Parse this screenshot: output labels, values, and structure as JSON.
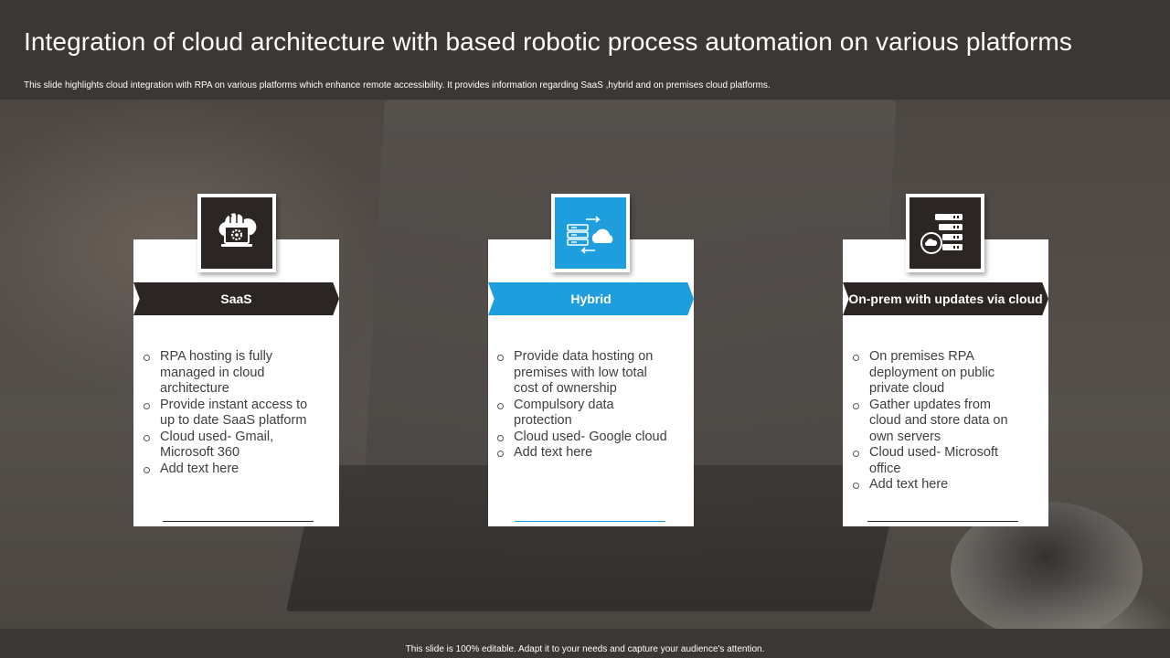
{
  "header": {
    "title": "Integration of cloud architecture with based robotic process automation on various platforms",
    "subtitle": "This slide highlights cloud integration with RPA on various platforms which enhance remote accessibility. It provides information regarding SaaS ,hybrid and on premises cloud platforms."
  },
  "colors": {
    "dark": "#2b2624",
    "blue": "#1f9ede",
    "card": "#ffffff"
  },
  "cards": [
    {
      "icon": "cloud-laptop-gear-icon",
      "title": "SaaS",
      "bullets": [
        "RPA hosting is fully managed in cloud architecture",
        "Provide instant access to up to date SaaS platform",
        "Cloud used- Gmail, Microsoft 360",
        "Add text here"
      ]
    },
    {
      "icon": "server-cloud-sync-icon",
      "title": "Hybrid",
      "bullets": [
        "Provide data hosting on premises with low total cost of ownership",
        "Compulsory data protection",
        "Cloud used- Google cloud",
        "Add text here"
      ]
    },
    {
      "icon": "server-rack-cloud-icon",
      "title": "On-prem with updates via cloud",
      "bullets": [
        "On premises RPA deployment on public private cloud",
        "Gather updates from cloud and store data on own servers",
        "Cloud used- Microsoft office",
        "Add text here"
      ]
    }
  ],
  "footer": {
    "text": "This slide is 100% editable. Adapt it to your needs and capture your audience's attention."
  }
}
